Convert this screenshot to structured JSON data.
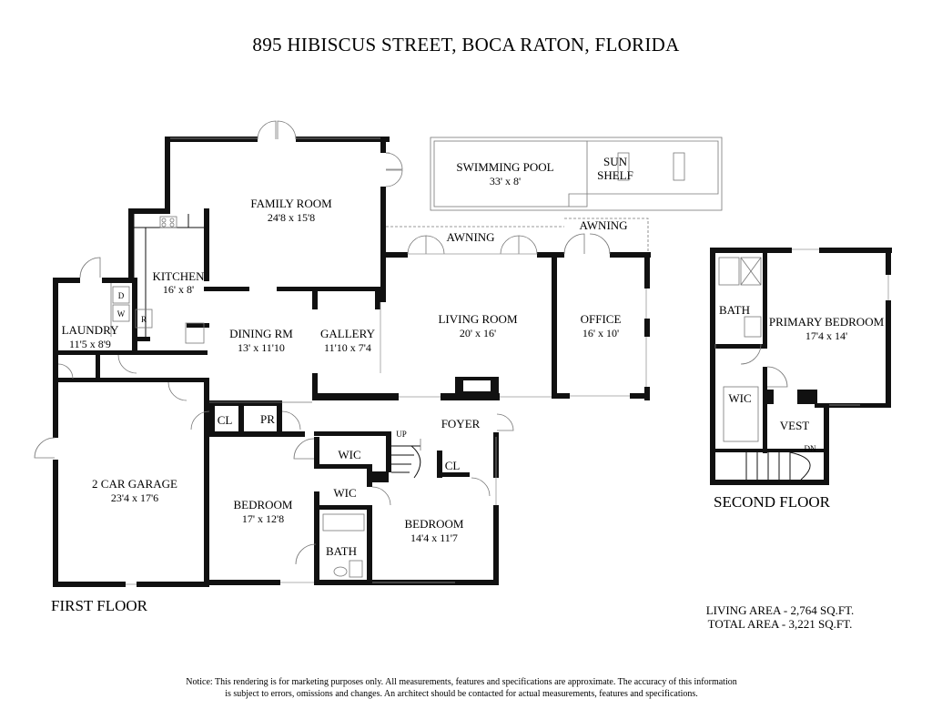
{
  "title": "895 HIBISCUS STREET, BOCA RATON, FLORIDA",
  "floors": {
    "first": "FIRST FLOOR",
    "second": "SECOND FLOOR"
  },
  "rooms": {
    "family_room": {
      "name": "FAMILY ROOM",
      "dim": "24'8 x 15'8"
    },
    "swimming_pool": {
      "name": "SWIMMING POOL",
      "dim": "33' x 8'"
    },
    "sun_shelf": {
      "line1": "SUN",
      "line2": "SHELF"
    },
    "awning_1": {
      "name": "AWNING"
    },
    "awning_2": {
      "name": "AWNING"
    },
    "kitchen": {
      "name": "KITCHEN",
      "dim": "16' x 8'"
    },
    "laundry": {
      "name": "LAUNDRY",
      "dim": "11'5 x 8'9"
    },
    "dining": {
      "name": "DINING RM",
      "dim": "13' x 11'10"
    },
    "gallery": {
      "name": "GALLERY",
      "dim": "11'10 x 7'4"
    },
    "living": {
      "name": "LIVING ROOM",
      "dim": "20' x 16'"
    },
    "office": {
      "name": "OFFICE",
      "dim": "16' x 10'"
    },
    "foyer": {
      "name": "FOYER"
    },
    "cl_1": {
      "name": "CL"
    },
    "pr": {
      "name": "PR"
    },
    "cl_2": {
      "name": "CL"
    },
    "wic_1": {
      "name": "WIC"
    },
    "wic_2": {
      "name": "WIC"
    },
    "garage": {
      "name": "2 CAR GARAGE",
      "dim": "23'4 x 17'6"
    },
    "bedroom_1": {
      "name": "BEDROOM",
      "dim": "17' x 12'8"
    },
    "bedroom_2": {
      "name": "BEDROOM",
      "dim": "14'4 x 11'7"
    },
    "bath_1": {
      "name": "BATH"
    },
    "bath_2": {
      "name": "BATH"
    },
    "primary": {
      "name": "PRIMARY BEDROOM",
      "dim": "17'4 x 14'"
    },
    "wic_3": {
      "name": "WIC"
    },
    "vest": {
      "name": "VEST"
    }
  },
  "fixtures": {
    "up": "UP",
    "dn": "DN",
    "d": "D",
    "w": "W",
    "r": "R"
  },
  "areas": {
    "living": "LIVING AREA - 2,764 SQ.FT.",
    "total": "TOTAL AREA - 3,221 SQ.FT."
  },
  "notice": {
    "line1": "Notice: This rendering is for marketing purposes only. All measurements, features and specifications are approximate. The accuracy of this information",
    "line2": "is subject to errors, omissions and changes. An architect should be contacted for actual measurements, features and specifications."
  }
}
